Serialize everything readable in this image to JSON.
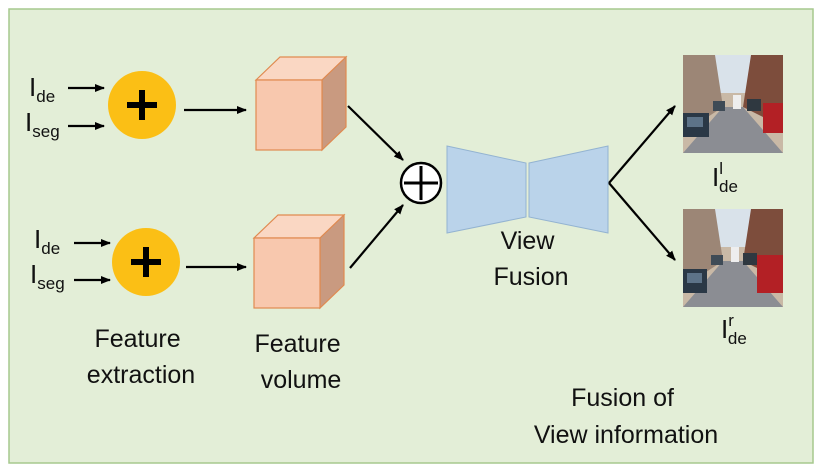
{
  "colors": {
    "background": "#e3eed7",
    "panel_border": "#a6c98e",
    "add_circle": "#fbbf15",
    "cube_front": "#f8c8ae",
    "cube_top": "#fad7c3",
    "cube_side": "#c99a80",
    "cube_edge": "#e08a50",
    "fusion_fill": "#bad3ea",
    "fusion_edge": "#93b3d1",
    "arrow": "#000000"
  },
  "inputs_top": [
    {
      "base": "I",
      "sub": "de"
    },
    {
      "base": "I",
      "sub": "seg"
    }
  ],
  "inputs_bottom": [
    {
      "base": "I",
      "sub": "de"
    },
    {
      "base": "I",
      "sub": "seg"
    }
  ],
  "operators": {
    "feature_add_symbol": "+",
    "concat_symbol": "⊕"
  },
  "labels": {
    "feature_extraction": [
      "Feature",
      "extraction"
    ],
    "feature_volume": [
      "Feature",
      "volume"
    ],
    "view_fusion": [
      "View",
      "Fusion"
    ],
    "fusion_of_view_info": [
      "Fusion of",
      "View information"
    ]
  },
  "outputs": {
    "top": {
      "base": "I",
      "sup": "l",
      "sub": "de"
    },
    "bottom": {
      "base": "I",
      "sup": "r",
      "sub": "de"
    }
  },
  "icons": {
    "add_icon": "plus-in-circle",
    "concat_icon": "circled-plus",
    "volume_icon": "cube",
    "fusion_icon": "encoder-decoder-hourglass",
    "image_icon": "street-scene-photo"
  }
}
